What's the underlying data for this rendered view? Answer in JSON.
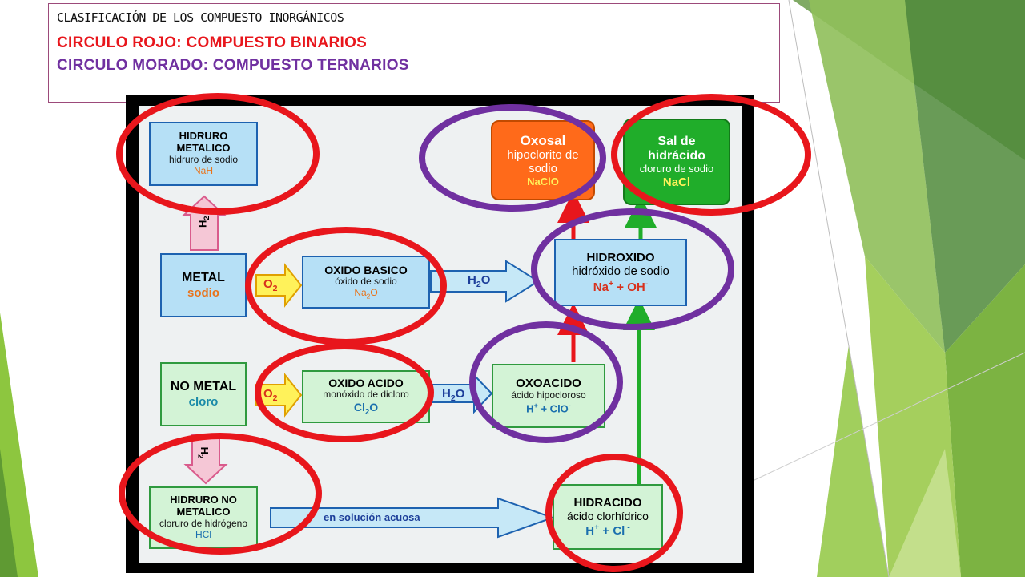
{
  "header": {
    "title": "CLASIFICACIÓN DE LOS COMPUESTO INORGÁNICOS",
    "legend_red": "CIRCULO ROJO: COMPUESTO BINARIOS",
    "legend_purple": "CIRCULO MORADO: COMPUESTO TERNARIOS"
  },
  "colors": {
    "red_circle": "#e8161c",
    "purple_circle": "#7030a0",
    "box_blue": "#b6e0f6",
    "box_green": "#d3f3d6",
    "box_orange": "#ff6a1a",
    "box_dark_green": "#20ad2a",
    "slide_green": "#8dc63f"
  },
  "nodes": {
    "hidruro_metalico": {
      "title1": "HIDRURO",
      "title2": "METALICO",
      "name": "hidruro de sodio",
      "formula": "NaH"
    },
    "metal": {
      "title": "METAL",
      "name": "sodio"
    },
    "oxido_basico": {
      "title": "OXIDO BASICO",
      "name": "óxido de sodio",
      "formula_a": "Na",
      "formula_sub": "2",
      "formula_b": "O"
    },
    "no_metal": {
      "title": "NO METAL",
      "name": "cloro"
    },
    "oxido_acido": {
      "title": "OXIDO ACIDO",
      "name": "monóxido de dicloro",
      "formula_a": "Cl",
      "formula_sub": "2",
      "formula_b": "O"
    },
    "hidruro_no_metalico": {
      "title1": "HIDRURO NO",
      "title2": "METALICO",
      "name": "cloruro de hidrógeno",
      "formula": "HCl"
    },
    "oxosal": {
      "title": "Oxosal",
      "name1": "hipoclorito de",
      "name2": "sodio",
      "formula": "NaClO"
    },
    "sal_hidracido": {
      "title1": "Sal de",
      "title2": "hidrácido",
      "name": "cloruro de sodio",
      "formula": "NaCl"
    },
    "hidroxido": {
      "title": "HIDROXIDO",
      "name": "hidróxido de sodio",
      "f1": "Na",
      "f1_sup": "+",
      "f_mid": " + OH",
      "f2_sup": "-"
    },
    "oxoacido": {
      "title": "OXOACIDO",
      "name": "ácido hipocloroso",
      "f1": "H",
      "f1_sup": "+",
      "f_mid": " + ClO",
      "f2_sup": "-"
    },
    "hidracido": {
      "title": "HIDRACIDO",
      "name": "ácido clorhídrico",
      "f1": "H",
      "f1_sup": "+",
      "f_mid": " + Cl",
      "f2_sup": " -"
    }
  },
  "arrows": {
    "h2_a": "H",
    "h2_sub": "2",
    "o2_a": "O",
    "o2_sub": "2",
    "h2o_a": "H",
    "h2o_sub": "2",
    "h2o_b": "O",
    "solution": "en solución acuosa"
  }
}
